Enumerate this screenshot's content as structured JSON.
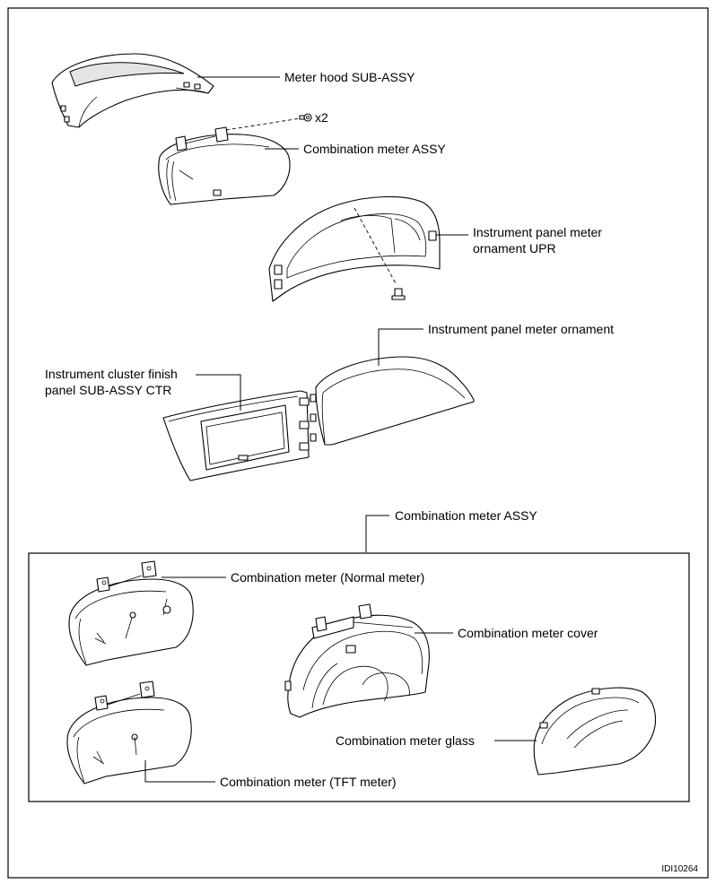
{
  "labels": {
    "meter_hood": "Meter hood SUB-ASSY",
    "screw_qty": "x2",
    "combination_meter_assy_top": "Combination meter ASSY",
    "ornament_upr_line1": "Instrument panel meter",
    "ornament_upr_line2": "ornament UPR",
    "ornament": "Instrument panel meter ornament",
    "cluster_finish_line1": "Instrument cluster finish",
    "cluster_finish_line2": "panel SUB-ASSY CTR",
    "combination_meter_assy_detail": "Combination meter ASSY",
    "normal_meter": "Combination meter (Normal meter)",
    "meter_cover": "Combination meter cover",
    "meter_glass": "Combination meter glass",
    "tft_meter": "Combination meter (TFT meter)"
  },
  "figure_id": "IDI10264"
}
